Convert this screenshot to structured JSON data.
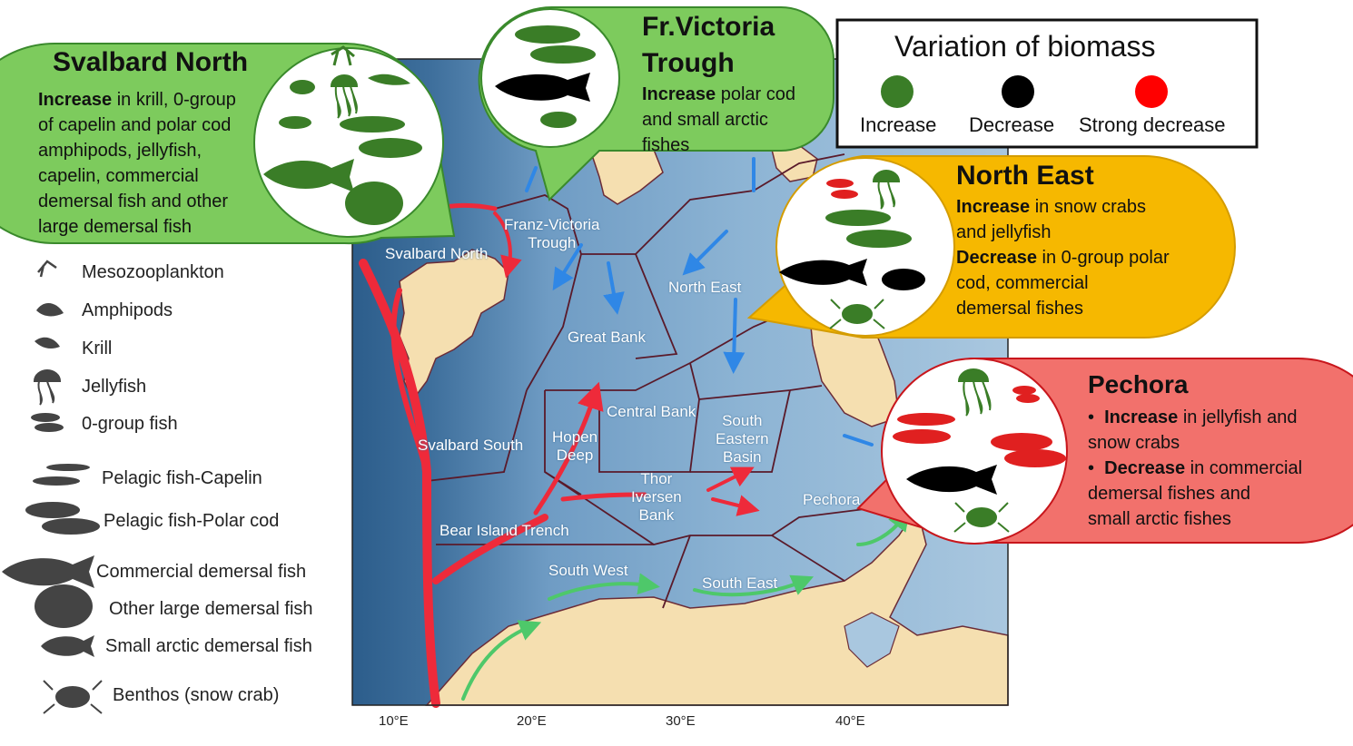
{
  "biomass_legend": {
    "title": "Variation of biomass",
    "items": [
      {
        "label": "Increase",
        "color": "#3a7d27"
      },
      {
        "label": "Decrease",
        "color": "#000000"
      },
      {
        "label": "Strong decrease",
        "color": "#ff0000"
      }
    ]
  },
  "callouts": {
    "svalbard_north": {
      "title": "Svalbard North",
      "increase_word": "Increase",
      "text_lines": [
        "in krill, 0-group",
        "of capelin and polar cod",
        "amphipods, jellyfish,",
        "capelin, commercial",
        "demersal fish and other",
        "large demersal fish"
      ],
      "color": "#7dcb5d"
    },
    "fr_victoria": {
      "title_lines": [
        "Fr.Victoria",
        "Trough"
      ],
      "increase_word": "Increase",
      "text_lines": [
        "polar cod",
        "and small arctic",
        "fishes"
      ],
      "color": "#7dcb5d"
    },
    "north_east": {
      "title": "North East",
      "increase_word": "Increase",
      "increase_lines": [
        "in snow crabs",
        "and jellyfish"
      ],
      "decrease_word": "Decrease",
      "decrease_lines": [
        "in 0-group polar",
        "cod, commercial",
        "demersal fishes"
      ],
      "color": "#f6b800"
    },
    "pechora": {
      "title": "Pechora",
      "increase_word": "Increase",
      "increase_lines": [
        "in jellyfish and",
        "snow crabs"
      ],
      "decrease_word": "Decrease",
      "decrease_lines": [
        "in commercial",
        "demersal fishes and",
        "small arctic fishes"
      ],
      "color": "#f2716c"
    }
  },
  "taxa_legend": [
    {
      "label": "Mesozooplankton",
      "icon": "mesozooplankton-icon"
    },
    {
      "label": "Amphipods",
      "icon": "amphipod-icon"
    },
    {
      "label": "Krill",
      "icon": "krill-icon"
    },
    {
      "label": "Jellyfish",
      "icon": "jellyfish-icon"
    },
    {
      "label": "0-group fish",
      "icon": "zero-group-fish-icon"
    },
    {
      "label": "Pelagic fish-Capelin",
      "icon": "capelin-icon"
    },
    {
      "label": "Pelagic fish-Polar cod",
      "icon": "polar-cod-icon"
    },
    {
      "label": "Commercial demersal fish",
      "icon": "commercial-demersal-fish-icon"
    },
    {
      "label": "Other large demersal fish",
      "icon": "flatfish-icon"
    },
    {
      "label": "Small arctic demersal fish",
      "icon": "small-arctic-fish-icon"
    },
    {
      "label": "Benthos (snow crab)",
      "icon": "snow-crab-icon"
    }
  ],
  "regions": {
    "svalbard_north": "Svalbard North",
    "franz_victoria": [
      "Franz-Victoria",
      "Trough"
    ],
    "north_east": "North East",
    "great_bank": "Great Bank",
    "central_bank": "Central Bank",
    "south_eastern_basin": [
      "South",
      "Eastern",
      "Basin"
    ],
    "svalbard_south": "Svalbard South",
    "hopen_deep": [
      "Hopen",
      "Deep"
    ],
    "thor_iversen": [
      "Thor",
      "Iversen",
      "Bank"
    ],
    "pechora": "Pechora",
    "bear_island": "Bear Island Trench",
    "south_west": "South West",
    "south_east": "South East"
  },
  "axis": {
    "ticks": [
      "10°E",
      "20°E",
      "30°E",
      "40°E"
    ]
  },
  "colors": {
    "sea": "#7fa6c7",
    "deep_sea": "#2f5f8c",
    "land": "#f5dfb0",
    "border": "#5a1a2a",
    "atlantic_current": "#ee2a3a",
    "arctic_current": "#2f87e6",
    "coastal_current": "#4ec86a"
  }
}
